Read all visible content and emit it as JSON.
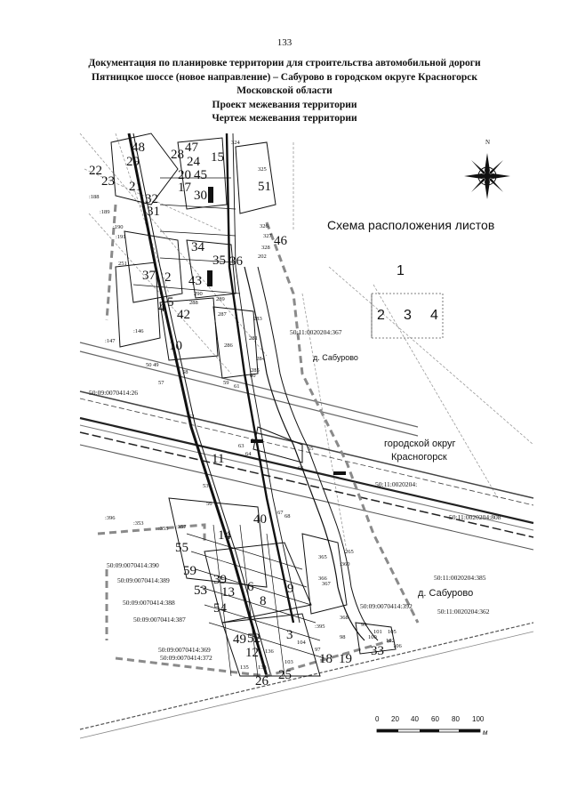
{
  "page_number": "133",
  "header": {
    "line1": "Документация по планировке территории для строительства автомобильной дороги",
    "line2": "Пятницкое шоссе (новое направление) – Сабурово в городском округе Красногорск",
    "line3": "Московской области",
    "line4": "Проект межевания территории",
    "line5": "Чертеж межевания территории"
  },
  "compass_label": "N",
  "scheme": {
    "title": "Схема расположения листов",
    "sheets": [
      "1",
      "2",
      "3",
      "4"
    ]
  },
  "places": {
    "saburovo_1": "д. Сабурово",
    "district_1": "городской округ",
    "district_2": "Красногорск",
    "saburovo_2": "д. Сабурово"
  },
  "cadastral": [
    "50:11:0020204:367",
    "50:09:0070414:26",
    "50:11:0020204:",
    "50:11:0020204:808",
    "50:09:0070414:390",
    "50:09:0070414:389",
    "50:09:0070414:388",
    "50:09:0070414:387",
    "50:09:0070414:369",
    "50:09:0070414:372",
    "50:09:0070414:392",
    "50:11:0020204:385",
    "50:11:0020204:362"
  ],
  "plot_labels_big": [
    "48",
    "28",
    "47",
    "24",
    "15",
    "22",
    "29",
    "20",
    "45",
    "23",
    "21",
    "32",
    "17",
    "30",
    "31",
    "51",
    "34",
    "46",
    "35",
    "36",
    "37",
    "2",
    "43",
    "4",
    "5",
    "42",
    "10",
    "11",
    "40",
    "14",
    "55",
    "59",
    "53",
    "39",
    "13",
    "6",
    "8",
    "9",
    "54",
    "3",
    "49",
    "52",
    "12",
    "26",
    "25",
    "33",
    "18",
    "19"
  ],
  "plot_labels_small": [
    ":188",
    ":189",
    ":190",
    ":191",
    ":147",
    ":146",
    "324",
    "326",
    "325",
    "327",
    "328",
    "202",
    "251",
    "288",
    "290",
    "289",
    "287",
    "286",
    "285",
    "283",
    "281",
    "284",
    "57",
    "58",
    "59",
    "60",
    "61",
    "62",
    "63",
    "64",
    "65",
    "66",
    "67",
    "68",
    "53",
    "56",
    "50",
    "49",
    ":396",
    ":353",
    ":355",
    ":357",
    "365",
    "366",
    "367",
    "368",
    ":360",
    "265",
    ":395",
    "97",
    "98",
    "99",
    "100",
    "101",
    "102",
    "103",
    "104",
    "105",
    "106",
    "133",
    "135",
    "136"
  ],
  "scale": {
    "ticks": [
      "0",
      "20",
      "40",
      "60",
      "80",
      "100"
    ],
    "unit": "м"
  }
}
